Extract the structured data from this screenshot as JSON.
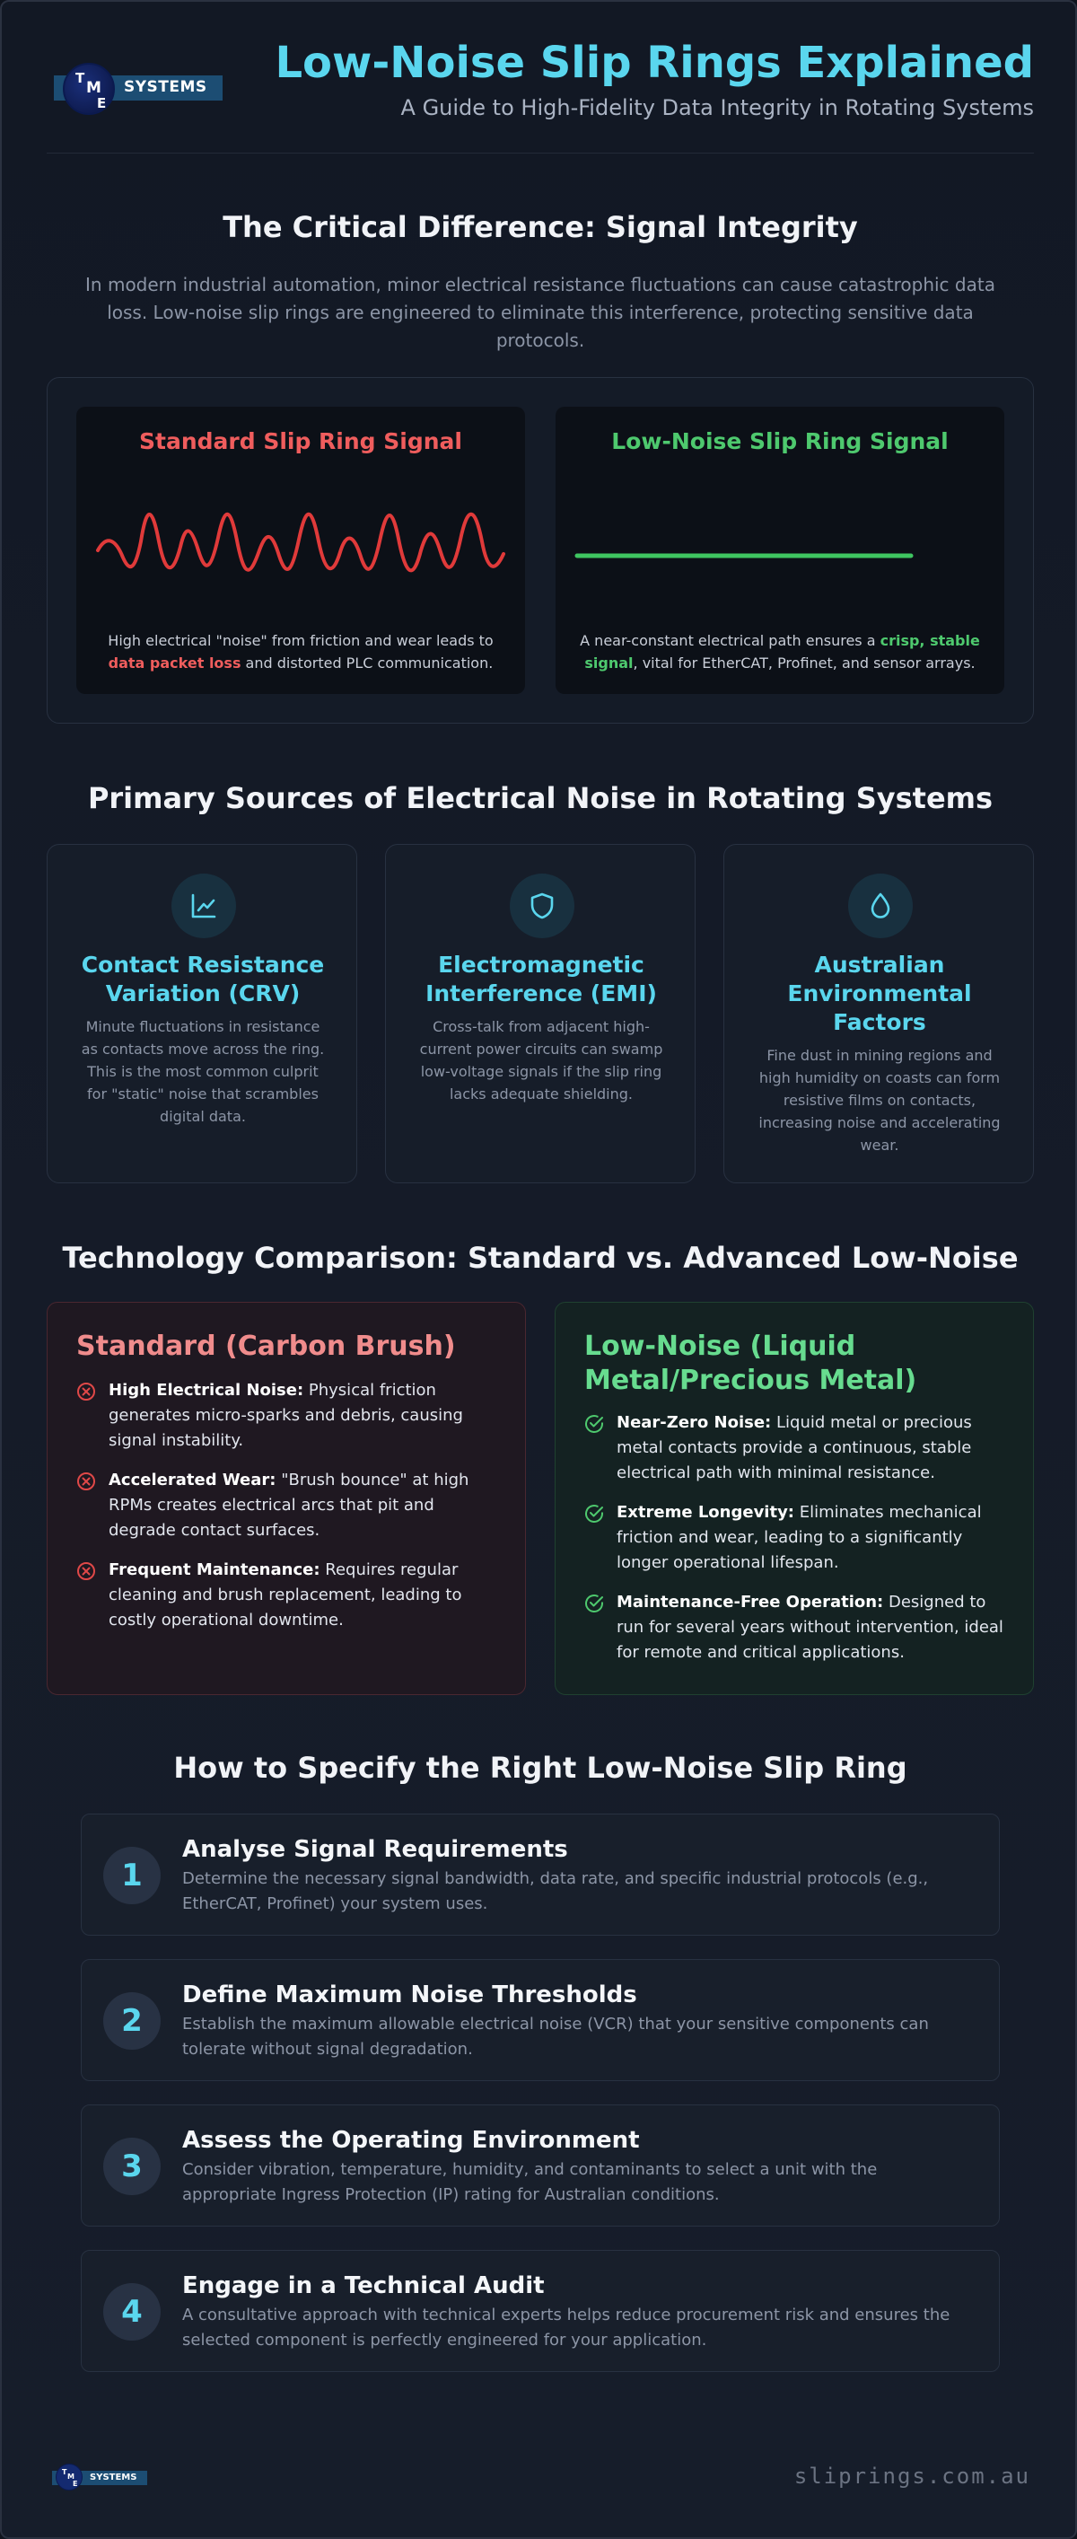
{
  "header": {
    "logo_badge_letters": [
      "T",
      "M",
      "E"
    ],
    "logo_text": "SYSTEMS",
    "title": "Low-Noise Slip Rings Explained",
    "subtitle": "A Guide to High-Fidelity Data Integrity in Rotating Systems"
  },
  "signal_section": {
    "heading": "The Critical Difference: Signal Integrity",
    "intro": "In modern industrial automation, minor electrical resistance fluctuations can cause catastrophic data loss. Low-noise slip rings are engineered to eliminate this interference, protecting sensitive data protocols.",
    "standard": {
      "title": "Standard Slip Ring Signal",
      "desc_before": "High electrical \"noise\" from friction and wear leads to ",
      "desc_highlight": "data packet loss",
      "desc_after": " and distorted PLC communication."
    },
    "low_noise": {
      "title": "Low-Noise Slip Ring Signal",
      "desc_before": "A near-constant electrical path ensures a ",
      "desc_highlight": "crisp, stable signal",
      "desc_after": ", vital for EtherCAT, Profinet, and sensor arrays."
    }
  },
  "sources_section": {
    "heading": "Primary Sources of Electrical Noise in Rotating Systems",
    "cards": [
      {
        "icon": "line-chart-icon",
        "title": "Contact Resistance Variation (CRV)",
        "desc": "Minute fluctuations in resistance as contacts move across the ring. This is the most common culprit for \"static\" noise that scrambles digital data."
      },
      {
        "icon": "shield-icon",
        "title": "Electromagnetic Interference (EMI)",
        "desc": "Cross-talk from adjacent high-current power circuits can swamp low-voltage signals if the slip ring lacks adequate shielding."
      },
      {
        "icon": "droplet-icon",
        "title": "Australian Environmental Factors",
        "desc": "Fine dust in mining regions and high humidity on coasts can form resistive films on contacts, increasing noise and accelerating wear."
      }
    ]
  },
  "comparison_section": {
    "heading": "Technology Comparison: Standard vs. Advanced Low-Noise",
    "standard": {
      "title": "Standard (Carbon Brush)",
      "items": [
        {
          "bold": "High Electrical Noise:",
          "text": " Physical friction generates micro-sparks and debris, causing signal instability."
        },
        {
          "bold": "Accelerated Wear:",
          "text": " \"Brush bounce\" at high RPMs creates electrical arcs that pit and degrade contact surfaces."
        },
        {
          "bold": "Frequent Maintenance:",
          "text": " Requires regular cleaning and brush replacement, leading to costly operational downtime."
        }
      ]
    },
    "low_noise": {
      "title": "Low-Noise (Liquid Metal/Precious Metal)",
      "items": [
        {
          "bold": "Near-Zero Noise:",
          "text": " Liquid metal or precious metal contacts provide a continuous, stable electrical path with minimal resistance."
        },
        {
          "bold": "Extreme Longevity:",
          "text": " Eliminates mechanical friction and wear, leading to a significantly longer operational lifespan."
        },
        {
          "bold": "Maintenance-Free Operation:",
          "text": " Designed to run for several years without intervention, ideal for remote and critical applications."
        }
      ]
    }
  },
  "steps_section": {
    "heading": "How to Specify the Right Low-Noise Slip Ring",
    "steps": [
      {
        "num": "1",
        "title": "Analyse Signal Requirements",
        "desc": "Determine the necessary signal bandwidth, data rate, and specific industrial protocols (e.g., EtherCAT, Profinet) your system uses."
      },
      {
        "num": "2",
        "title": "Define Maximum Noise Thresholds",
        "desc": "Establish the maximum allowable electrical noise (VCR) that your sensitive components can tolerate without signal degradation."
      },
      {
        "num": "3",
        "title": "Assess the Operating Environment",
        "desc": "Consider vibration, temperature, humidity, and contaminants to select a unit with the appropriate Ingress Protection (IP) rating for Australian conditions."
      },
      {
        "num": "4",
        "title": "Engage in a Technical Audit",
        "desc": "A consultative approach with technical experts helps reduce procurement risk and ensures the selected component is perfectly engineered for your application."
      }
    ]
  },
  "footer": {
    "logo_text": "SYSTEMS",
    "url": "sliprings.com.au"
  },
  "colors": {
    "accent": "#5ad6ee",
    "bad": "#e04848",
    "good": "#4ec96e"
  }
}
